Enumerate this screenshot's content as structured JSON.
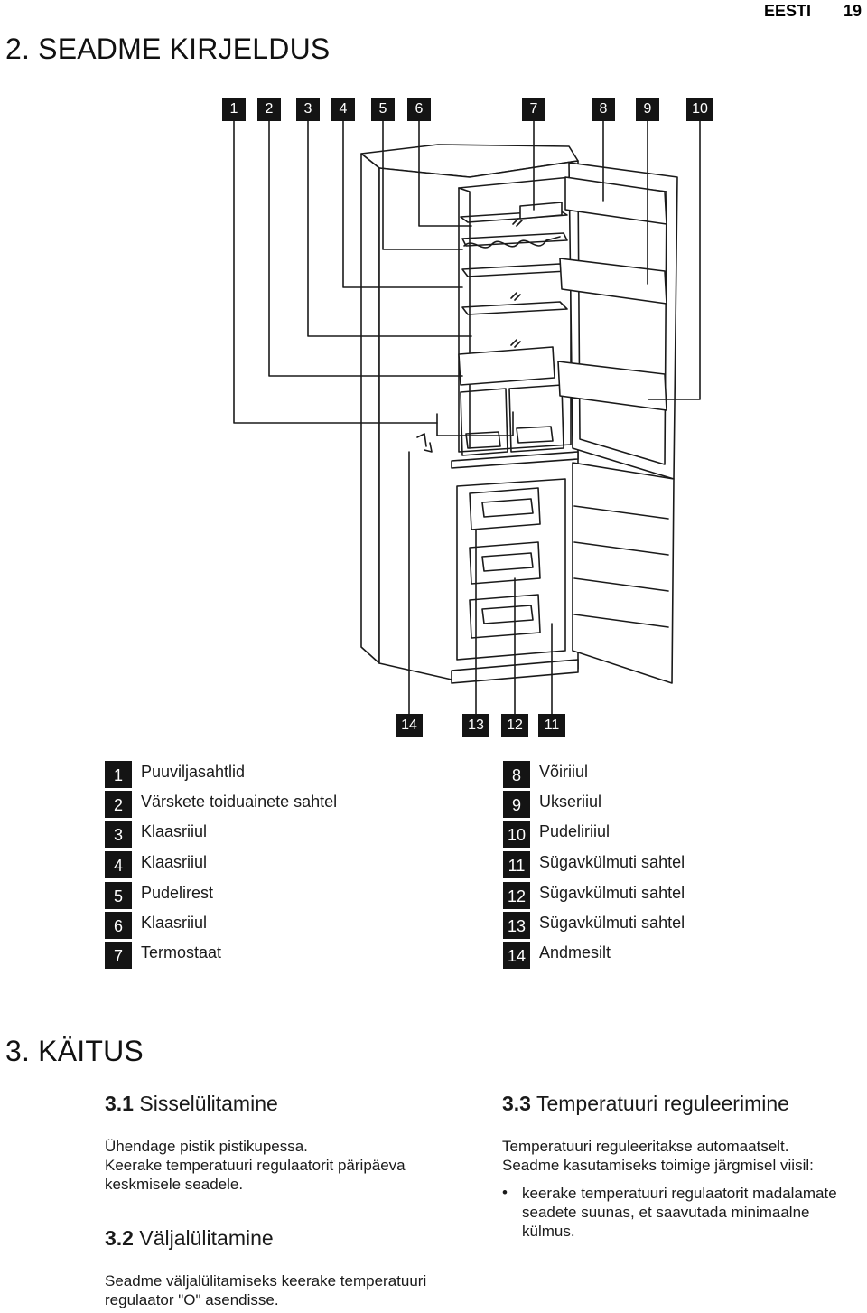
{
  "header": {
    "language": "EESTI",
    "page_number": "19"
  },
  "section2": {
    "title": "2. SEADME KIRJELDUS",
    "callouts_top": [
      "1",
      "2",
      "3",
      "4",
      "5",
      "6",
      "7",
      "8",
      "9",
      "10"
    ],
    "callouts_bottom": [
      "14",
      "13",
      "12",
      "11"
    ],
    "legend_left": [
      {
        "num": "1",
        "label": "Puuviljasahtlid"
      },
      {
        "num": "2",
        "label": "Värskete toiduainete sahtel"
      },
      {
        "num": "3",
        "label": "Klaasriiul"
      },
      {
        "num": "4",
        "label": "Klaasriiul"
      },
      {
        "num": "5",
        "label": "Pudelirest"
      },
      {
        "num": "6",
        "label": "Klaasriiul"
      },
      {
        "num": "7",
        "label": "Termostaat"
      }
    ],
    "legend_right": [
      {
        "num": "8",
        "label": "Võiriiul"
      },
      {
        "num": "9",
        "label": "Ukseriiul"
      },
      {
        "num": "10",
        "label": "Pudeliriiul"
      },
      {
        "num": "11",
        "label": "Sügavkülmuti sahtel"
      },
      {
        "num": "12",
        "label": "Sügavkülmuti sahtel"
      },
      {
        "num": "13",
        "label": "Sügavkülmuti sahtel"
      },
      {
        "num": "14",
        "label": "Andmesilt"
      }
    ]
  },
  "section3": {
    "title": "3. KÄITUS",
    "sub1": {
      "num": "3.1",
      "title": "Sisselülitamine",
      "lines": [
        "Ühendage pistik pistikupessa.",
        "Keerake temperatuuri regulaatorit päripäeva",
        "keskmisele seadele."
      ]
    },
    "sub2": {
      "num": "3.2",
      "title": "Väljalülitamine",
      "lines": [
        "Seadme väljalülitamiseks keerake temperatuuri",
        "regulaator \"O\" asendisse."
      ]
    },
    "sub3": {
      "num": "3.3",
      "title": "Temperatuuri reguleerimine",
      "lines": [
        "Temperatuuri reguleeritakse automaatselt.",
        "Seadme kasutamiseks toimige järgmisel viisil:"
      ],
      "bullet_symbol": "•",
      "bullet_lines": [
        "keerake temperatuuri regulaatorit madalamate",
        "seadete suunas, et saavutada minimaalne",
        "külmus."
      ]
    }
  }
}
